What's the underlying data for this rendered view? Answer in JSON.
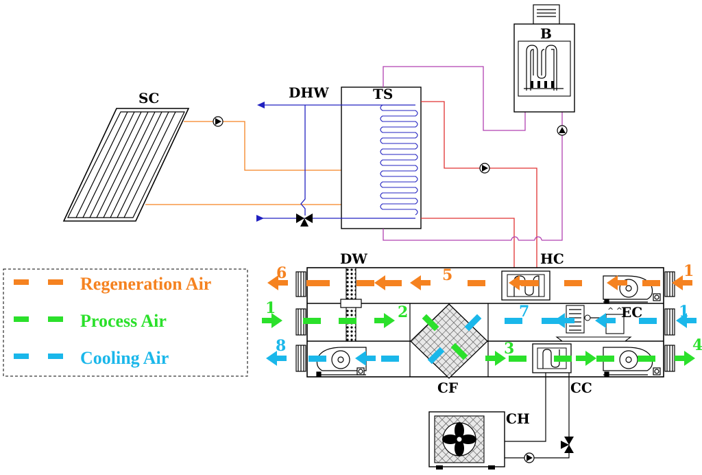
{
  "components": {
    "solar_collector": "SC",
    "domestic_hot_water": "DHW",
    "thermal_storage": "TS",
    "boiler": "B",
    "desiccant_wheel": "DW",
    "heating_coil": "HC",
    "evaporative_cooler": "EC",
    "cross_flow_hx": "CF",
    "cooling_coil": "CC",
    "chiller": "CH"
  },
  "legend": [
    {
      "label": "Regeneration Air",
      "color": "#F58220"
    },
    {
      "label": "Process Air",
      "color": "#2BE02B"
    },
    {
      "label": "Cooling Air",
      "color": "#1AB7EA"
    }
  ],
  "state_points": {
    "regen_in": "1",
    "regen_mid": "5",
    "regen_out": "6",
    "process_in": "1",
    "process_after_dw": "2",
    "process_after_cf": "3",
    "process_out": "4",
    "cooling_in": "1",
    "cooling_after_ec": "7",
    "cooling_out": "8"
  },
  "colors": {
    "regeneration": "#F58220",
    "process": "#2BE02B",
    "cooling": "#1AB7EA",
    "solar_loop": "#F58220",
    "hot_water_loop": "#E03030",
    "boiler_loop": "#B040B0",
    "dhw_line": "#2020C0"
  },
  "icons": [
    "pump-icon",
    "three-way-valve-icon",
    "fan-icon",
    "damper-icon"
  ]
}
